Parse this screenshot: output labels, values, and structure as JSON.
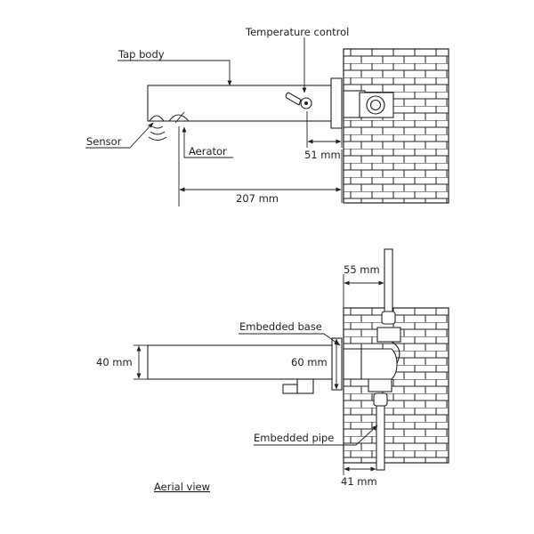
{
  "labels": {
    "temperature_control": "Temperature control",
    "tap_body": "Tap body",
    "sensor": "Sensor",
    "aerator": "Aerator",
    "dim_51": "51 mm",
    "dim_207": "207 mm",
    "dim_55": "55 mm",
    "embedded_base": "Embedded base",
    "dim_40": "40 mm",
    "dim_60": "60 mm",
    "embedded_pipe": "Embedded pipe",
    "dim_41": "41 mm",
    "aerial_view": "Aerial view"
  }
}
